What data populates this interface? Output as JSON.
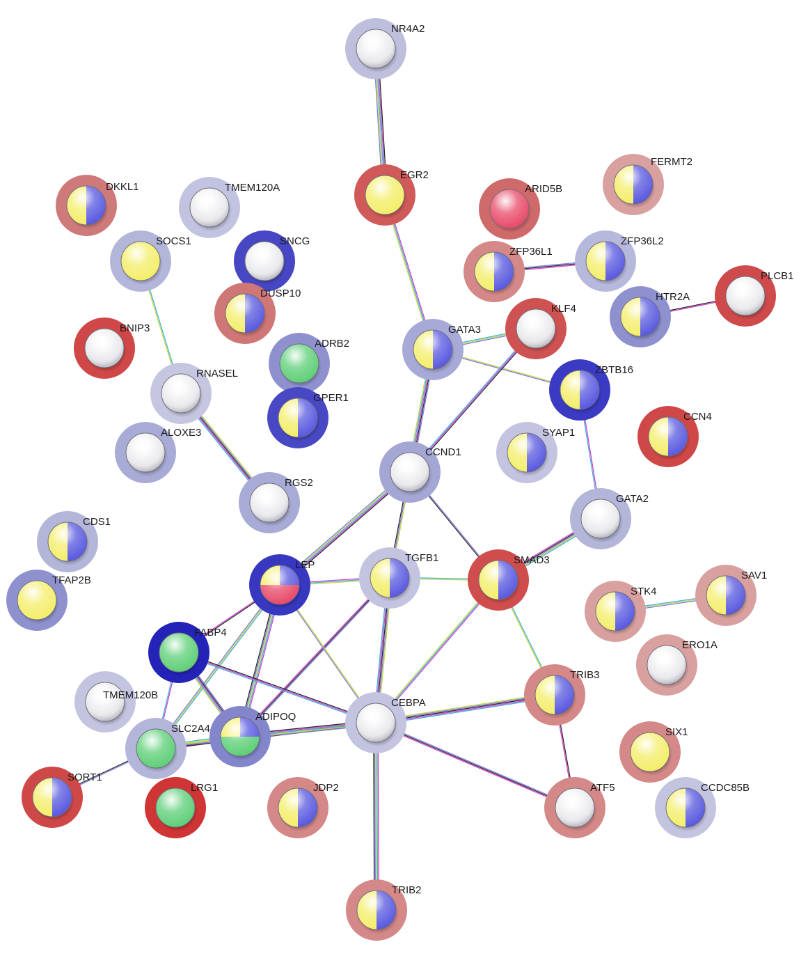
{
  "network": {
    "nodes": [
      {
        "id": "NR4A2",
        "label": "NR4A2",
        "halo": "#bdbfdc",
        "fill": "white"
      },
      {
        "id": "EGR2",
        "label": "EGR2",
        "halo": "#d05a5a",
        "fill": "yellow"
      },
      {
        "id": "FERMT2",
        "label": "FERMT2",
        "halo": "#d9a0a0",
        "fill": "split"
      },
      {
        "id": "DKKL1",
        "label": "DKKL1",
        "halo": "#cf7a7a",
        "fill": "split"
      },
      {
        "id": "TMEM120A",
        "label": "TMEM120A",
        "halo": "#c2c3e0",
        "fill": "white"
      },
      {
        "id": "ARID5B",
        "label": "ARID5B",
        "halo": "#cf6a6a",
        "fill": "red"
      },
      {
        "id": "SOCS1",
        "label": "SOCS1",
        "halo": "#b3b5d9",
        "fill": "yellow"
      },
      {
        "id": "SNCG",
        "label": "SNCG",
        "halo": "#4747c4",
        "fill": "white"
      },
      {
        "id": "ZFP36L1",
        "label": "ZFP36L1",
        "halo": "#d48888",
        "fill": "split"
      },
      {
        "id": "ZFP36L2",
        "label": "ZFP36L2",
        "halo": "#b6b8dc",
        "fill": "split"
      },
      {
        "id": "DUSP10",
        "label": "DUSP10",
        "halo": "#cf7676",
        "fill": "split"
      },
      {
        "id": "PLCB1",
        "label": "PLCB1",
        "halo": "#cf4b4b",
        "fill": "white"
      },
      {
        "id": "HTR2A",
        "label": "HTR2A",
        "halo": "#8f91cf",
        "fill": "split"
      },
      {
        "id": "BNIP3",
        "label": "BNIP3",
        "halo": "#cf4747",
        "fill": "white"
      },
      {
        "id": "GATA3",
        "label": "GATA3",
        "halo": "#a7a9d6",
        "fill": "split"
      },
      {
        "id": "KLF4",
        "label": "KLF4",
        "halo": "#cf5252",
        "fill": "white"
      },
      {
        "id": "ADRB2",
        "label": "ADRB2",
        "halo": "#8f91cf",
        "fill": "green"
      },
      {
        "id": "RNASEL",
        "label": "RNASEL",
        "halo": "#c5c6df",
        "fill": "white"
      },
      {
        "id": "ZBTB16",
        "label": "ZBTB16",
        "halo": "#3a3ac2",
        "fill": "split"
      },
      {
        "id": "GPER1",
        "label": "GPER1",
        "halo": "#4848c4",
        "fill": "split"
      },
      {
        "id": "CCN4",
        "label": "CCN4",
        "halo": "#cf4848",
        "fill": "split"
      },
      {
        "id": "ALOXE3",
        "label": "ALOXE3",
        "halo": "#a9abd7",
        "fill": "white"
      },
      {
        "id": "CCND1",
        "label": "CCND1",
        "halo": "#a4a6d4",
        "fill": "white"
      },
      {
        "id": "SYAP1",
        "label": "SYAP1",
        "halo": "#c3c4e0",
        "fill": "split"
      },
      {
        "id": "RGS2",
        "label": "RGS2",
        "halo": "#a9abd7",
        "fill": "white"
      },
      {
        "id": "GATA2",
        "label": "GATA2",
        "halo": "#b3b5d9",
        "fill": "white"
      },
      {
        "id": "CDS1",
        "label": "CDS1",
        "halo": "#b3b5d9",
        "fill": "split"
      },
      {
        "id": "LEP",
        "label": "LEP",
        "halo": "#3737c0",
        "fill": "tri"
      },
      {
        "id": "TGFB1",
        "label": "TGFB1",
        "halo": "#c3c4e0",
        "fill": "split"
      },
      {
        "id": "SMAD3",
        "label": "SMAD3",
        "halo": "#cf4d4d",
        "fill": "split"
      },
      {
        "id": "TFAP2B",
        "label": "TFAP2B",
        "halo": "#8f91cf",
        "fill": "yellow"
      },
      {
        "id": "SAV1",
        "label": "SAV1",
        "halo": "#d9a0a0",
        "fill": "split"
      },
      {
        "id": "STK4",
        "label": "STK4",
        "halo": "#d9a0a0",
        "fill": "split"
      },
      {
        "id": "FABP4",
        "label": "FABP4",
        "halo": "#2323b8",
        "fill": "green"
      },
      {
        "id": "ERO1A",
        "label": "ERO1A",
        "halo": "#d9a0a0",
        "fill": "white"
      },
      {
        "id": "TMEM120B",
        "label": "TMEM120B",
        "halo": "#c3c4e0",
        "fill": "white"
      },
      {
        "id": "TRIB3",
        "label": "TRIB3",
        "halo": "#d48888",
        "fill": "split"
      },
      {
        "id": "CEBPA",
        "label": "CEBPA",
        "halo": "#c3c4e0",
        "fill": "white"
      },
      {
        "id": "ADIPOQ",
        "label": "ADIPOQ",
        "halo": "#8486cc",
        "fill": "tri2"
      },
      {
        "id": "SLC2A4",
        "label": "SLC2A4",
        "halo": "#b3b5d9",
        "fill": "green"
      },
      {
        "id": "SIX1",
        "label": "SIX1",
        "halo": "#d48888",
        "fill": "yellow"
      },
      {
        "id": "SORT1",
        "label": "SORT1",
        "halo": "#cf4848",
        "fill": "split"
      },
      {
        "id": "LRG1",
        "label": "LRG1",
        "halo": "#cf3535",
        "fill": "green"
      },
      {
        "id": "JDP2",
        "label": "JDP2",
        "halo": "#d48888",
        "fill": "split"
      },
      {
        "id": "ATF5",
        "label": "ATF5",
        "halo": "#d48888",
        "fill": "white"
      },
      {
        "id": "CCDC85B",
        "label": "CCDC85B",
        "halo": "#c3c4e0",
        "fill": "split"
      },
      {
        "id": "TRIB2",
        "label": "TRIB2",
        "halo": "#d48888",
        "fill": "split"
      }
    ],
    "edges": [
      [
        "NR4A2",
        "EGR2"
      ],
      [
        "EGR2",
        "GATA3"
      ],
      [
        "SOCS1",
        "RNASEL"
      ],
      [
        "RNASEL",
        "RGS2"
      ],
      [
        "ZFP36L1",
        "ZFP36L2"
      ],
      [
        "HTR2A",
        "PLCB1"
      ],
      [
        "ADRB2",
        "GPER1"
      ],
      [
        "GATA3",
        "KLF4"
      ],
      [
        "GATA3",
        "ZBTB16"
      ],
      [
        "GATA3",
        "CCND1"
      ],
      [
        "KLF4",
        "CCND1"
      ],
      [
        "ZBTB16",
        "GATA2"
      ],
      [
        "GATA2",
        "SMAD3"
      ],
      [
        "CCND1",
        "TGFB1"
      ],
      [
        "CCND1",
        "SMAD3"
      ],
      [
        "CCND1",
        "LEP"
      ],
      [
        "LEP",
        "TGFB1"
      ],
      [
        "TGFB1",
        "SMAD3"
      ],
      [
        "TGFB1",
        "CEBPA"
      ],
      [
        "TGFB1",
        "ADIPOQ"
      ],
      [
        "LEP",
        "FABP4"
      ],
      [
        "LEP",
        "ADIPOQ"
      ],
      [
        "LEP",
        "SLC2A4"
      ],
      [
        "LEP",
        "CEBPA"
      ],
      [
        "FABP4",
        "ADIPOQ"
      ],
      [
        "FABP4",
        "CEBPA"
      ],
      [
        "FABP4",
        "SLC2A4"
      ],
      [
        "SLC2A4",
        "ADIPOQ"
      ],
      [
        "SLC2A4",
        "CEBPA"
      ],
      [
        "SLC2A4",
        "SORT1"
      ],
      [
        "ADIPOQ",
        "CEBPA"
      ],
      [
        "SMAD3",
        "CEBPA"
      ],
      [
        "SMAD3",
        "TRIB3"
      ],
      [
        "CEBPA",
        "TRIB3"
      ],
      [
        "CEBPA",
        "ATF5"
      ],
      [
        "TRIB3",
        "ATF5"
      ],
      [
        "CEBPA",
        "TRIB2"
      ],
      [
        "STK4",
        "SAV1"
      ]
    ]
  }
}
